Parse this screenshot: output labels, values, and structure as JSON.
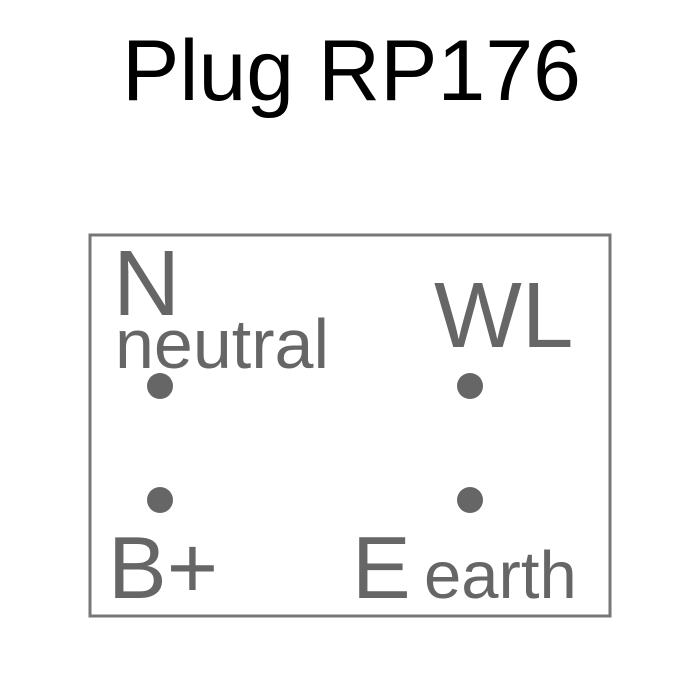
{
  "title": "Plug RP176",
  "colors": {
    "title": "#000000",
    "label": "#666666",
    "border": "#777777",
    "pin": "#666666"
  },
  "pins": {
    "n": {
      "label": "N",
      "sublabel": "neutral"
    },
    "wl": {
      "label": "WL"
    },
    "bplus": {
      "label": "B+"
    },
    "e": {
      "label": "E",
      "sublabel": "earth"
    }
  }
}
